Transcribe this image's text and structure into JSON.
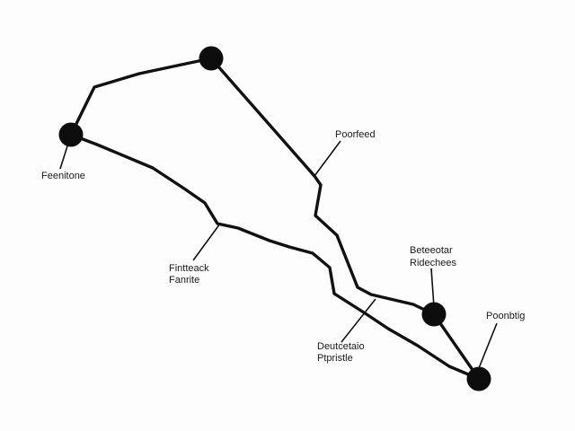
{
  "labels": {
    "top_right_route": "Poorfeed",
    "left_node": "Feenitone",
    "middle_line_1": "Fintteack",
    "middle_line_2": "Fanrite",
    "right_node_1": "Beteeotar",
    "right_node_2": "Ridechees",
    "bottom_center_1": "Deutcetaio",
    "bottom_center_2": "Ptpristle",
    "far_right": "Poonbtig"
  },
  "colors": {
    "line": "#111111",
    "node": "#0d0d0d",
    "background": "#fdfdfd"
  }
}
